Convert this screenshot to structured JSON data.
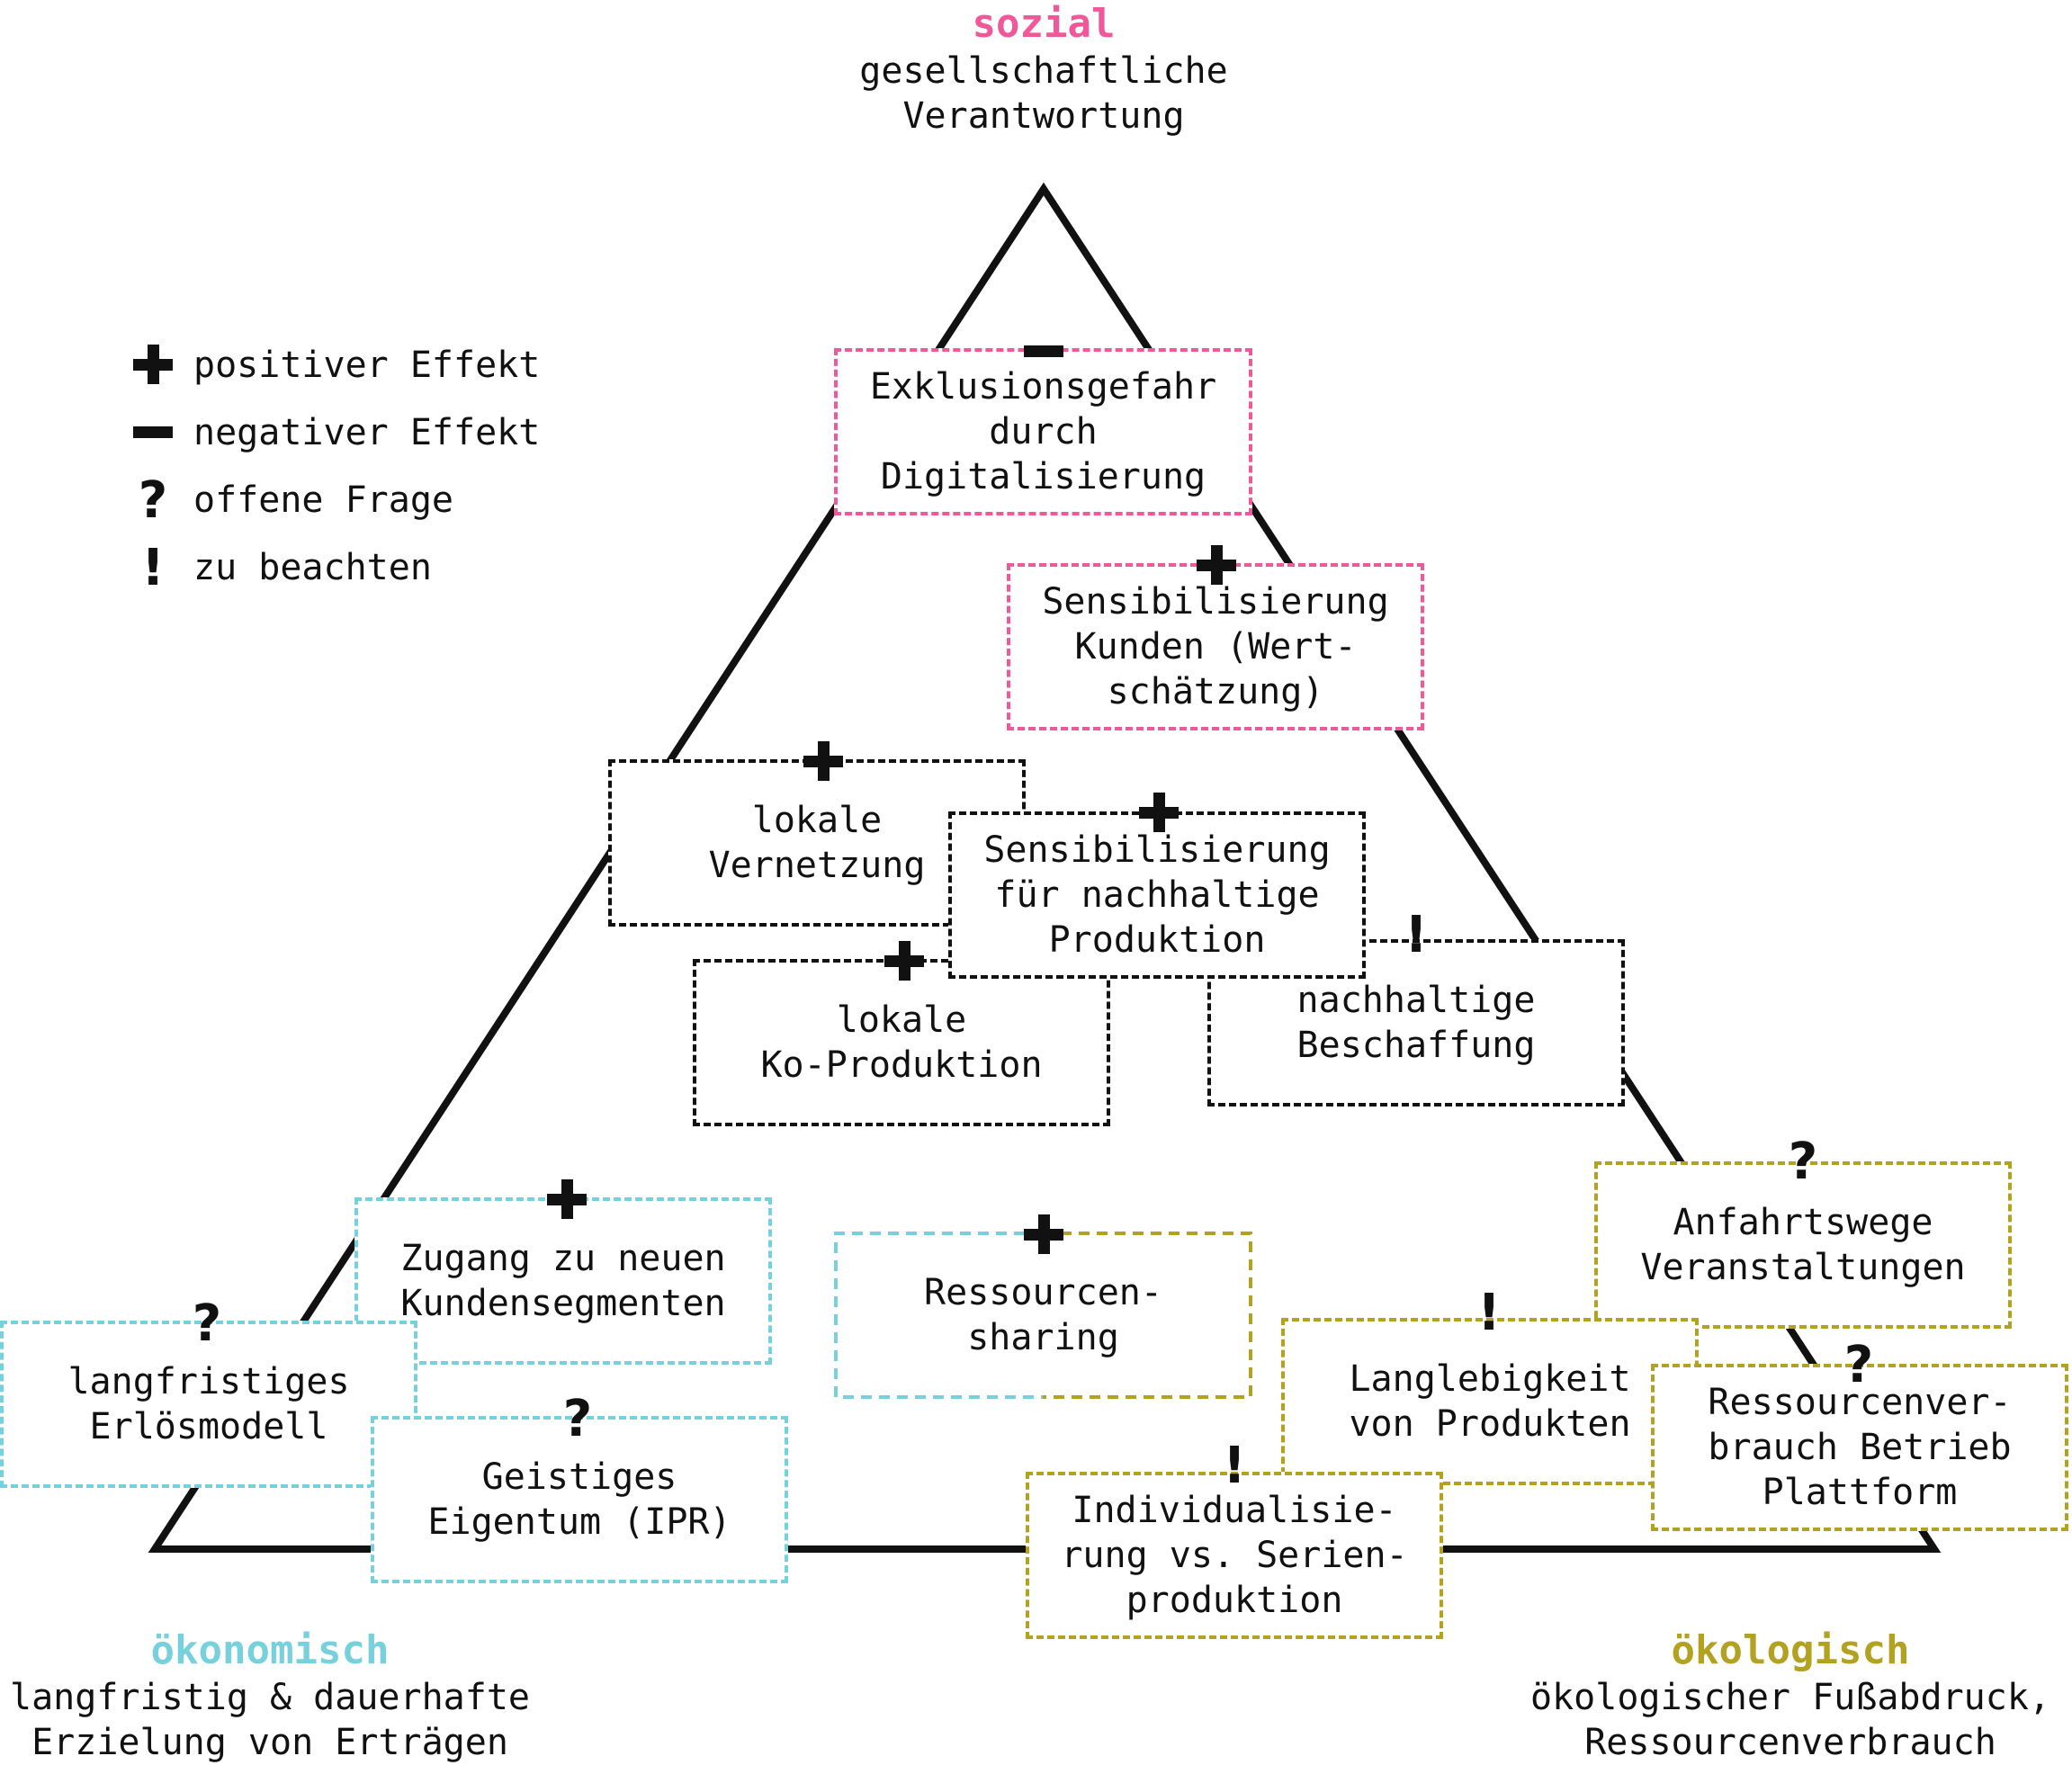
{
  "corners": {
    "sozial": {
      "title": "sozial",
      "subtitle": "gesellschaftliche\nVerantwortung",
      "color": "#f0589a"
    },
    "oekonomisch": {
      "title": "ökonomisch",
      "subtitle": "langfristig & dauerhafte\nErzielung von Erträgen",
      "color": "#76d1dd"
    },
    "oekologisch": {
      "title": "ökologisch",
      "subtitle": "ökologischer Fußabdruck,\nRessourcenverbrauch",
      "color": "#b3a222"
    }
  },
  "legend": [
    {
      "icon": "plus-icon",
      "label": "positiver Effekt"
    },
    {
      "icon": "minus-icon",
      "label": "negativer Effekt"
    },
    {
      "icon": "question-icon",
      "label": "offene Frage"
    },
    {
      "icon": "exclamation-icon",
      "label": "zu beachten"
    }
  ],
  "boxes": [
    {
      "text": "Exklusionsgefahr\ndurch\nDigitalisierung",
      "category": "sozial",
      "marker": "minus-icon"
    },
    {
      "text": "Sensibilisierung\nKunden (Wert-\nschätzung)",
      "category": "sozial",
      "marker": "plus-icon"
    },
    {
      "text": "lokale\nVernetzung",
      "category": "neutral",
      "marker": "plus-icon"
    },
    {
      "text": "Sensibilisierung\nfür nachhaltige\nProduktion",
      "category": "neutral",
      "marker": "plus-icon"
    },
    {
      "text": "lokale\nKo-Produktion",
      "category": "neutral",
      "marker": "plus-icon"
    },
    {
      "text": "nachhaltige\nBeschaffung",
      "category": "neutral",
      "marker": "exclamation-icon"
    },
    {
      "text": "Zugang zu neuen\nKundensegmenten",
      "category": "oekonomisch",
      "marker": "plus-icon"
    },
    {
      "text": "langfristiges\nErlösmodell",
      "category": "oekonomisch",
      "marker": "question-icon"
    },
    {
      "text": "Geistiges\nEigentum (IPR)",
      "category": "oekonomisch",
      "marker": "question-icon"
    },
    {
      "text": "Ressourcen-\nsharing",
      "category": "oekonomisch+oekologisch",
      "marker": "plus-icon"
    },
    {
      "text": "Anfahrtswege\nVeranstaltungen",
      "category": "oekologisch",
      "marker": "question-icon"
    },
    {
      "text": "Langlebigkeit\nvon Produkten",
      "category": "oekologisch",
      "marker": "exclamation-icon"
    },
    {
      "text": "Ressourcenver-\nbrauch Betrieb\nPlattform",
      "category": "oekologisch",
      "marker": "question-icon"
    },
    {
      "text": "Individualisie-\nrung vs. Serien-\nproduktion",
      "category": "oekologisch",
      "marker": "exclamation-icon"
    }
  ]
}
